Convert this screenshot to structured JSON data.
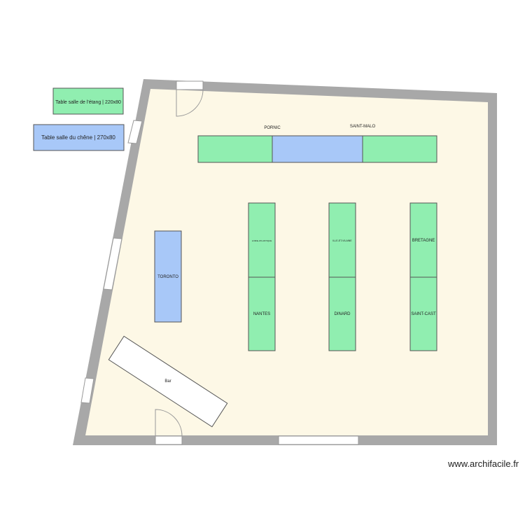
{
  "legend": [
    {
      "label": "Table salle de l'étang | 220x80",
      "color": "#90eeb0"
    },
    {
      "label": "Table salle du chêne | 270x80",
      "color": "#a8c8f8"
    }
  ],
  "top_tables": {
    "pornic": "PORNIC",
    "saint_malo": "SAINT-MALO"
  },
  "tables": {
    "loire": "LOIRE-ATLANTIQUE",
    "ille": "ILLE-ET-VILAINE",
    "bretagne": "BRETAGNE",
    "nantes": "NANTES",
    "dinard": "DINARD",
    "saint_cast": "SAINT-CAST",
    "toronto": "TORONTO",
    "bar": "Bar"
  },
  "colors": {
    "floor": "#fdf8e6",
    "wall": "#a8a8a8",
    "green": "#90eeb0",
    "blue": "#a8c8f8"
  },
  "watermark": "www.archifacile.fr"
}
